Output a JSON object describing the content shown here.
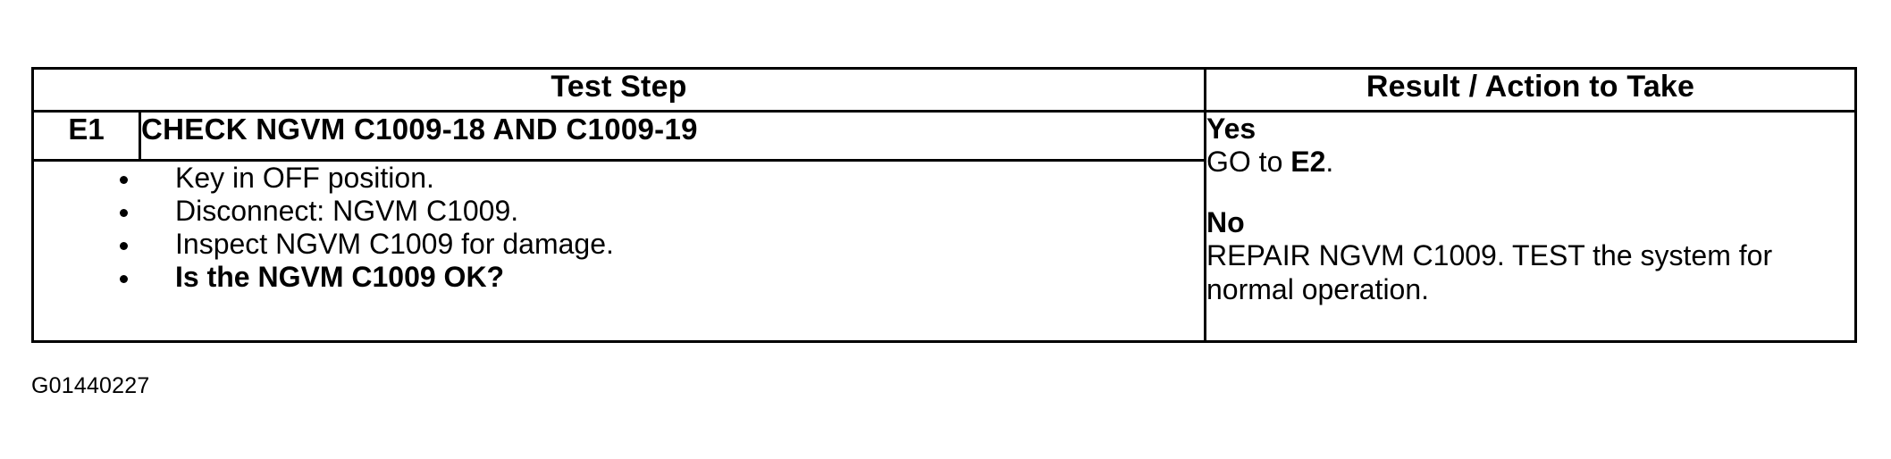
{
  "document": {
    "figure_code": "G01440227",
    "colors": {
      "ink": "#000000",
      "paper": "#ffffff"
    }
  },
  "table": {
    "headers": {
      "test_step": "Test Step",
      "result_action": "Result / Action to Take"
    },
    "rows": [
      {
        "id": "E1",
        "title": "CHECK NGVM C1009-18 AND C1009-19",
        "steps": [
          {
            "text": "Key in OFF position.",
            "bold": false
          },
          {
            "text": "Disconnect: NGVM C1009.",
            "bold": false
          },
          {
            "text": "Inspect NGVM C1009 for damage.",
            "bold": false
          },
          {
            "text": "Is the NGVM C1009 OK?",
            "bold": true
          }
        ],
        "results": [
          {
            "answer": "Yes",
            "action_prefix": "GO to ",
            "action_emphasis": "E2",
            "action_suffix": "."
          },
          {
            "answer": "No",
            "action_prefix": "REPAIR NGVM C1009. TEST the system for normal operation.",
            "action_emphasis": "",
            "action_suffix": ""
          }
        ]
      }
    ]
  }
}
